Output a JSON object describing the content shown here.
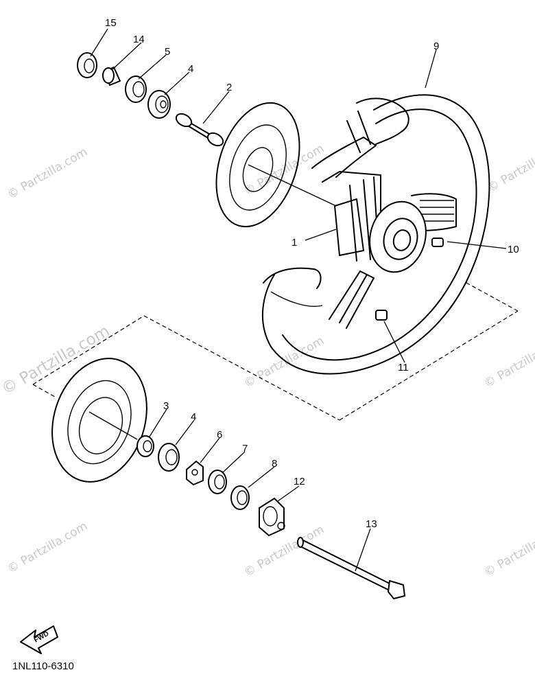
{
  "watermark": "© Partzilla.com",
  "diagram_code": "1NL110-6310",
  "fwd_label": "FWD",
  "callouts": {
    "c1": "1",
    "c2": "2",
    "c3": "3",
    "c4a": "4",
    "c4b": "4",
    "c5": "5",
    "c6": "6",
    "c7": "7",
    "c8": "8",
    "c9": "9",
    "c10": "10",
    "c11": "11",
    "c12": "12",
    "c13": "13",
    "c14": "14",
    "c15": "15"
  }
}
